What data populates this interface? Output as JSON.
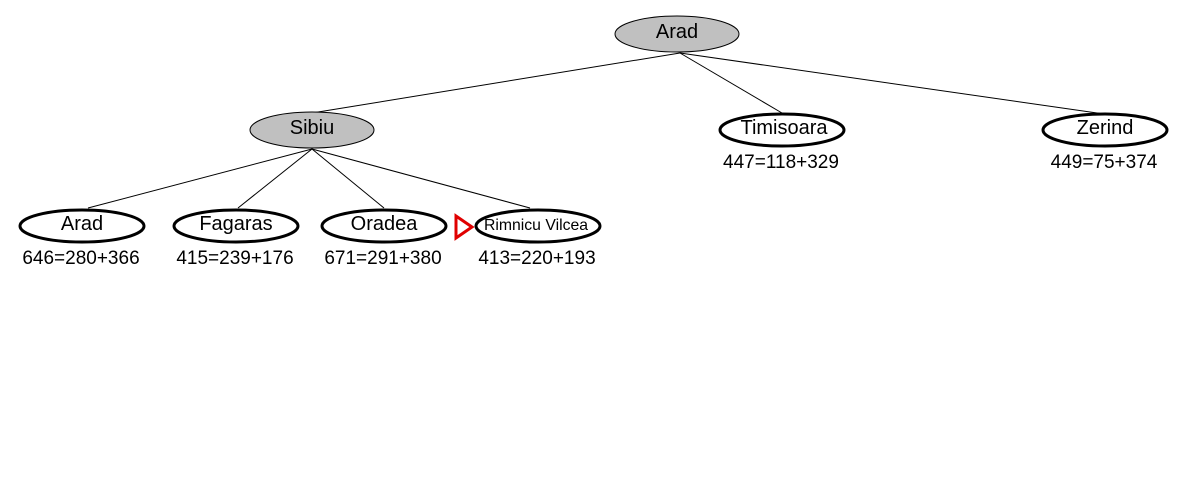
{
  "tree": {
    "root": {
      "name": "Arad",
      "expanded": true
    },
    "level1": [
      {
        "name": "Sibiu",
        "expanded": true
      },
      {
        "name": "Timisoara",
        "cost": "447=118+329"
      },
      {
        "name": "Zerind",
        "cost": "449=75+374"
      }
    ],
    "sibiu_children": [
      {
        "name": "Arad",
        "cost": "646=280+366"
      },
      {
        "name": "Fagaras",
        "cost": "415=239+176"
      },
      {
        "name": "Oradea",
        "cost": "671=291+380"
      },
      {
        "name": "Rimnicu Vilcea",
        "cost": "413=220+193",
        "selected": true
      }
    ]
  },
  "colors": {
    "expanded_fill": "#c0c0c0",
    "frontier_stroke": "#000000",
    "selection_marker": "#e00000"
  }
}
